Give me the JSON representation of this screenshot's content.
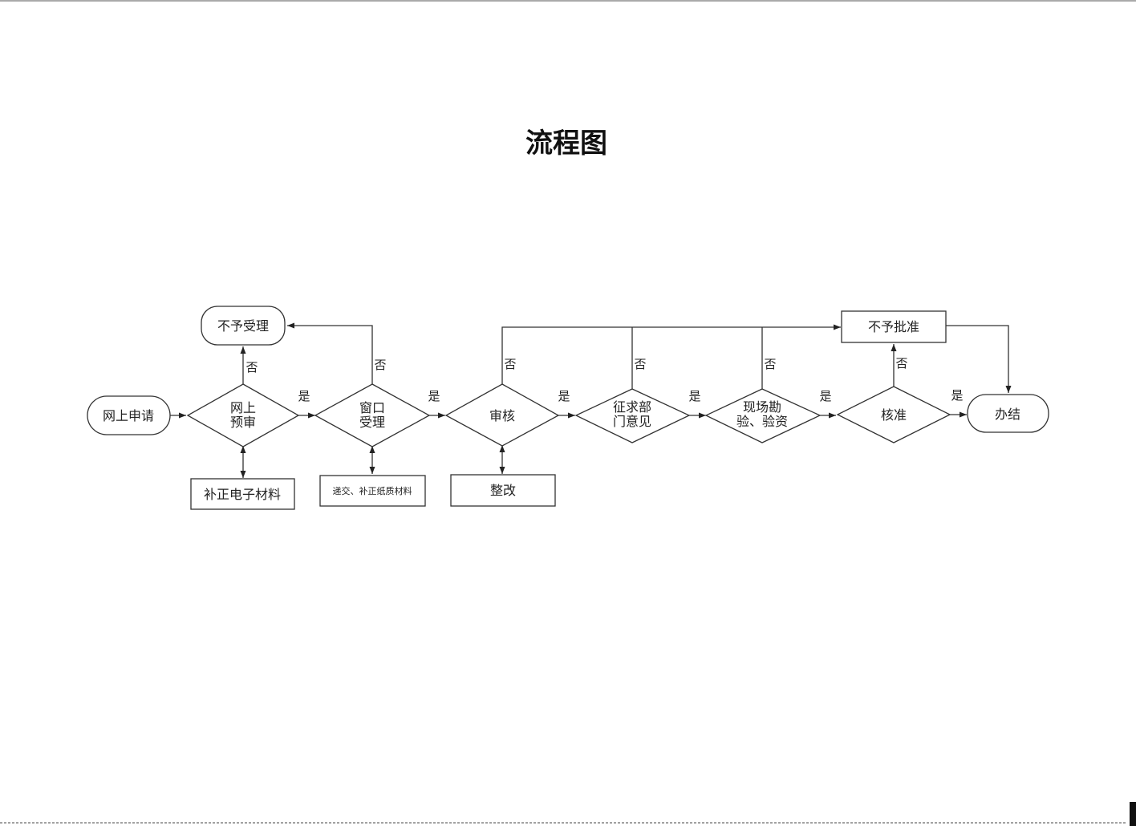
{
  "title": "流程图",
  "nodes": {
    "apply_online": "网上申请",
    "reject_accept": "不予受理",
    "online_precheck_l1": "网上",
    "online_precheck_l2": "预审",
    "supplement_electronic": "补正电子材料",
    "window_accept_l1": "窗口",
    "window_accept_l2": "受理",
    "submit_paper": "递交、补正纸质材料",
    "review": "审核",
    "rectify": "整改",
    "consult_dept_l1": "征求部",
    "consult_dept_l2": "门意见",
    "site_inspection_l1": "现场勘",
    "site_inspection_l2": "验、验资",
    "approve": "核准",
    "reject_approval": "不予批准",
    "complete": "办结"
  },
  "edge_labels": {
    "yes": "是",
    "no": "否"
  }
}
